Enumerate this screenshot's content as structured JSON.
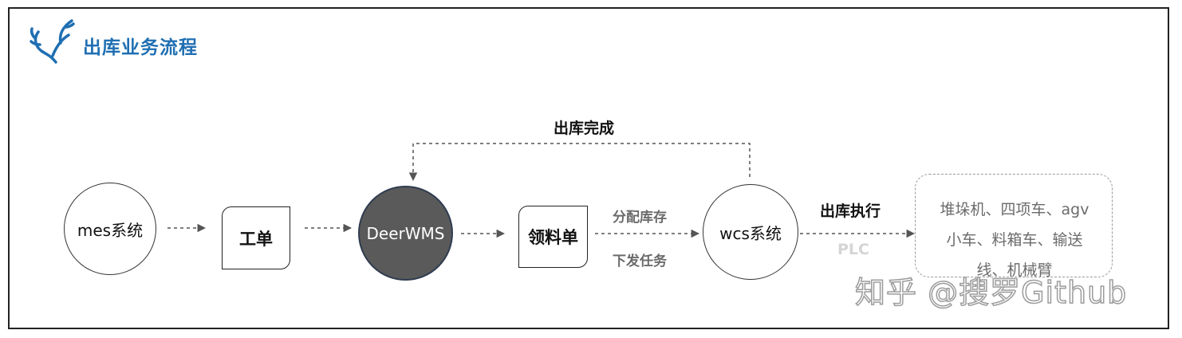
{
  "header": {
    "title": "出库业务流程",
    "logo_icon": "deer-antler-logo"
  },
  "nodes": {
    "mes": "mes系统",
    "work_order": "工单",
    "wms": "DeerWMS",
    "pick_list": "领料单",
    "wcs": "wcs系统"
  },
  "edges": {
    "feedback": "出库完成",
    "allocate_stock": "分配库存",
    "issue_task": "下发任务",
    "execute": "出库执行",
    "plc": "PLC"
  },
  "devices": {
    "line1": "堆垛机、四项车、agv",
    "line2": "小车、料箱车、输送",
    "line3": "线、机械臂"
  },
  "watermark": "知乎 @搜罗Github",
  "colors": {
    "accent": "#1f6fb2",
    "wms_fill": "#5a5a5a",
    "wms_border": "#2f3c50"
  }
}
